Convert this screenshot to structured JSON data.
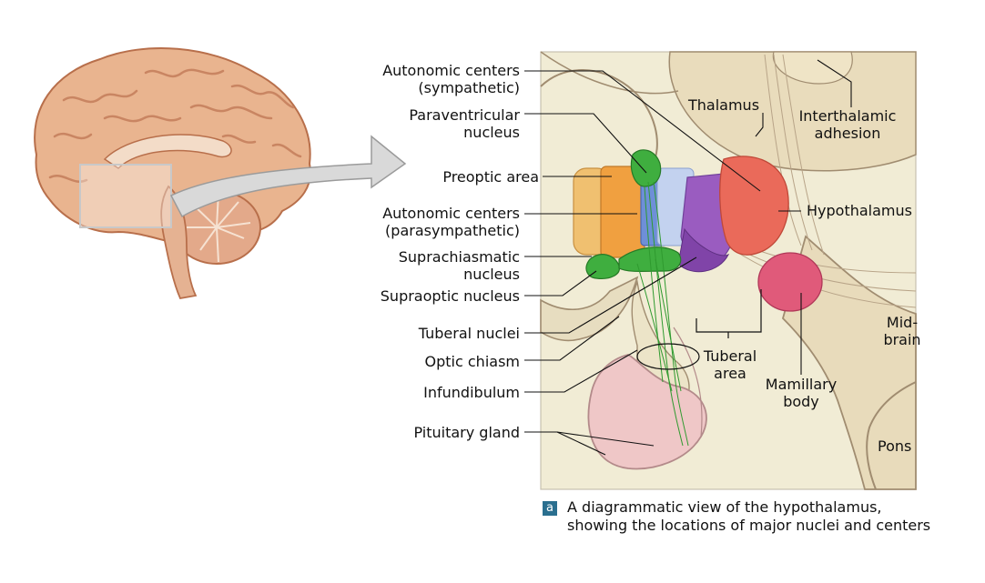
{
  "labels": {
    "autonomic_sympathetic": [
      "Autonomic centers",
      "(sympathetic)"
    ],
    "paraventricular": [
      "Paraventricular",
      "nucleus"
    ],
    "preoptic": "Preoptic area",
    "autonomic_parasympathetic": [
      "Autonomic centers",
      "(parasympathetic)"
    ],
    "suprachiasmatic": [
      "Suprachiasmatic",
      "nucleus"
    ],
    "supraoptic": "Supraoptic nucleus",
    "tuberal_nuclei": "Tuberal nuclei",
    "optic_chiasm": "Optic chiasm",
    "infundibulum": "Infundibulum",
    "pituitary": "Pituitary gland",
    "thalamus": "Thalamus",
    "interthalamic": [
      "Interthalamic",
      "adhesion"
    ],
    "hypothalamus": "Hypothalamus",
    "midbrain": [
      "Mid-",
      "brain"
    ],
    "tuberal_area": [
      "Tuberal",
      "area"
    ],
    "mamillary": [
      "Mamillary",
      "body"
    ],
    "pons": "Pons"
  },
  "caption": {
    "badge": "a",
    "lines": [
      "A diagrammatic view of the hypothalamus,",
      "showing the locations of major nuclei and centers"
    ]
  },
  "colors": {
    "brain_tissue": "#e9b48f",
    "brain_dark": "#b86f4b",
    "panel_bg": "#f1ecd5",
    "preoptic_yellow": "#f0c070",
    "parasympathetic_orange": "#f0a040",
    "blue_nucleus": "#6e8fd8",
    "purple_nucleus": "#9a5cc0",
    "sympathetic_red": "#ea6a5a",
    "mamillary_pink": "#e05a7a",
    "supraoptic_green": "#3fae3f",
    "pituitary_pink": "#efc7c7",
    "caption_badge": "#2a6f8f"
  }
}
